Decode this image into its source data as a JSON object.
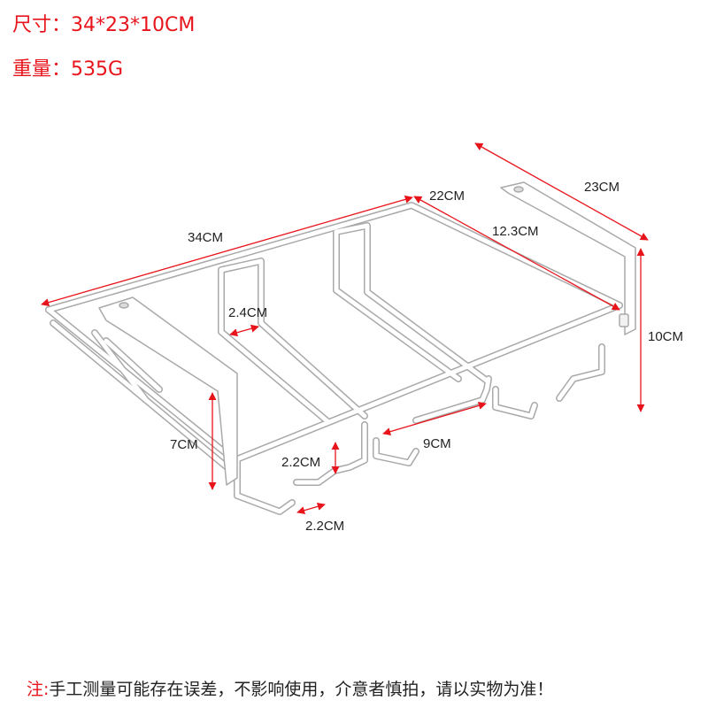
{
  "specs": {
    "size": "尺寸：34*23*10CM",
    "weight": "重量：535G"
  },
  "dimensions": {
    "length": "34CM",
    "width": "23CM",
    "height": "10CM",
    "inner_depth": "22CM",
    "hook_span": "12.3CM",
    "hook_gap": "2.4CM",
    "clamp_height": "7CM",
    "hook_depth": "2.2CM",
    "slot_width": "9CM",
    "hook_width": "2.2CM"
  },
  "note": {
    "label": "注:",
    "text": "手工测量可能存在误差，不影响使用，介意者慎拍，请以实物为准！"
  },
  "colors": {
    "accent": "#e8141b",
    "rack": "#ffffff",
    "rack_outline": "#a9a9a9",
    "text": "#222222"
  }
}
